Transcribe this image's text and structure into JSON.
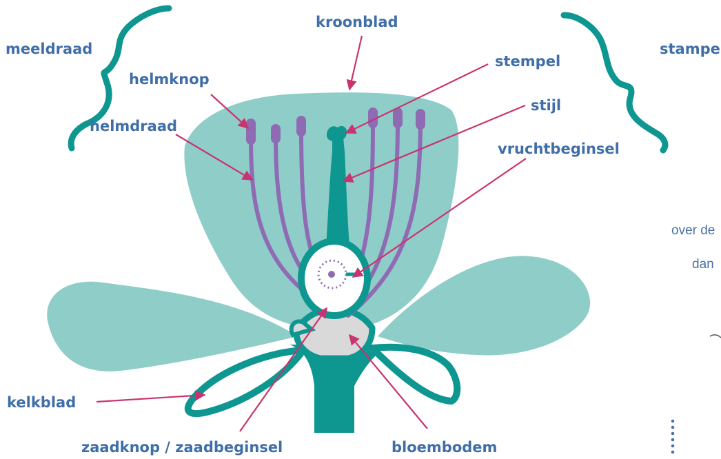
{
  "labels": {
    "meeldraad": "meeldraad",
    "kroonblad": "kroonblad",
    "stamper": "stamper",
    "helmknop": "helmknop",
    "stempel": "stempel",
    "stijl": "stijl",
    "helmdraad": "helmdraad",
    "vruchtbeginsel": "vruchtbeginsel",
    "kelkblad": "kelkblad",
    "zaadknop": "zaadknop / zaadbeginsel",
    "bloembodem": "bloembodem"
  },
  "side_text": {
    "line1": "over de",
    "line2": "dan"
  },
  "colors": {
    "label": "#3f6ea8",
    "arrow": "#c9336f",
    "petal": "#8fcdc9",
    "teal_dark": "#0e9690",
    "stamen": "#8e6bb3",
    "receptacle": "#d9d9d9",
    "side_text": "#4a70a6"
  }
}
